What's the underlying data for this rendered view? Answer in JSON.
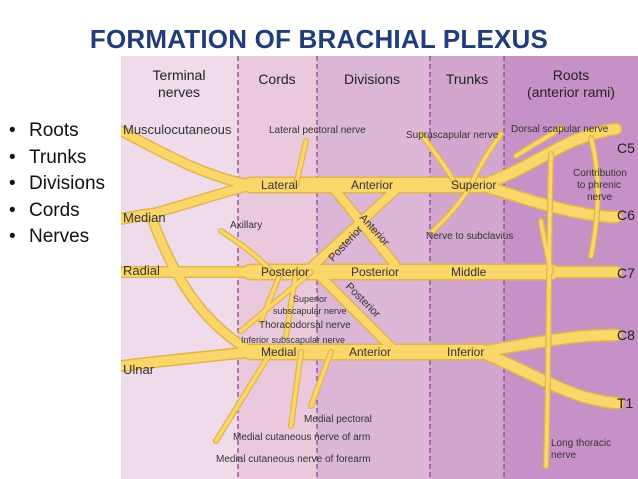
{
  "title": "FORMATION OF BRACHIAL PLEXUS",
  "bullets": [
    "Roots",
    "Trunks",
    "Divisions",
    "Cords",
    "Nerves"
  ],
  "colors": {
    "title": "#1f3d7a",
    "nerve": "#fbd66b",
    "nerve_outline": "#e0b64a",
    "divider": "#8a3d8f",
    "band_terminal": "#efdbe9",
    "band_cords": "#ebc9dd",
    "band_divisions": "#dcb6d6",
    "band_trunks": "#d2a6cf",
    "band_roots": "#c691c6"
  },
  "diagram": {
    "headers": {
      "terminal": [
        "Terminal",
        "nerves"
      ],
      "cords": "Cords",
      "divisions": "Divisions",
      "trunks": "Trunks",
      "roots": [
        "Roots",
        "(anterior rami)"
      ]
    },
    "terminal_nerves": {
      "musculocutaneous": "Musculocutaneous",
      "median": "Median",
      "radial": "Radial",
      "ulnar": "Ulnar"
    },
    "branch_labels": {
      "lateral_pectoral": "Lateral pectoral nerve",
      "suprascapular": "Suprascapular nerve",
      "dorsal_scapular": "Dorsal scapular nerve",
      "axillary": "Axillary",
      "nerve_to_subclavius": "Nerve to subclavius",
      "contribution": [
        "Contribution",
        "to phrenic",
        "nerve"
      ],
      "superior_subscapular": [
        "Superior",
        "subscapular nerve"
      ],
      "thoracodorsal": "Thoracodorsal nerve",
      "inferior_subscapular": "Inferior subscapular nerve",
      "medial_pectoral": "Medial pectoral",
      "medial_cutaneous_arm": "Medial cutaneous nerve of arm",
      "medial_cutaneous_forearm": "Medial cutaneous nerve of forearm",
      "long_thoracic": [
        "Long thoracic",
        "nerve"
      ]
    },
    "path_labels": {
      "lateral": "Lateral",
      "anterior_top": "Anterior",
      "superior": "Superior",
      "anterior_diag": "Anterior",
      "posterior_diag_upper": "Posterior",
      "posterior_cord": "Posterior",
      "posterior_div": "Posterior",
      "middle": "Middle",
      "posterior_diag_lower": "Posterior",
      "medial": "Medial",
      "anterior_bottom": "Anterior",
      "inferior": "Inferior"
    },
    "roots": [
      "C5",
      "C6",
      "C7",
      "C8",
      "T1"
    ]
  }
}
